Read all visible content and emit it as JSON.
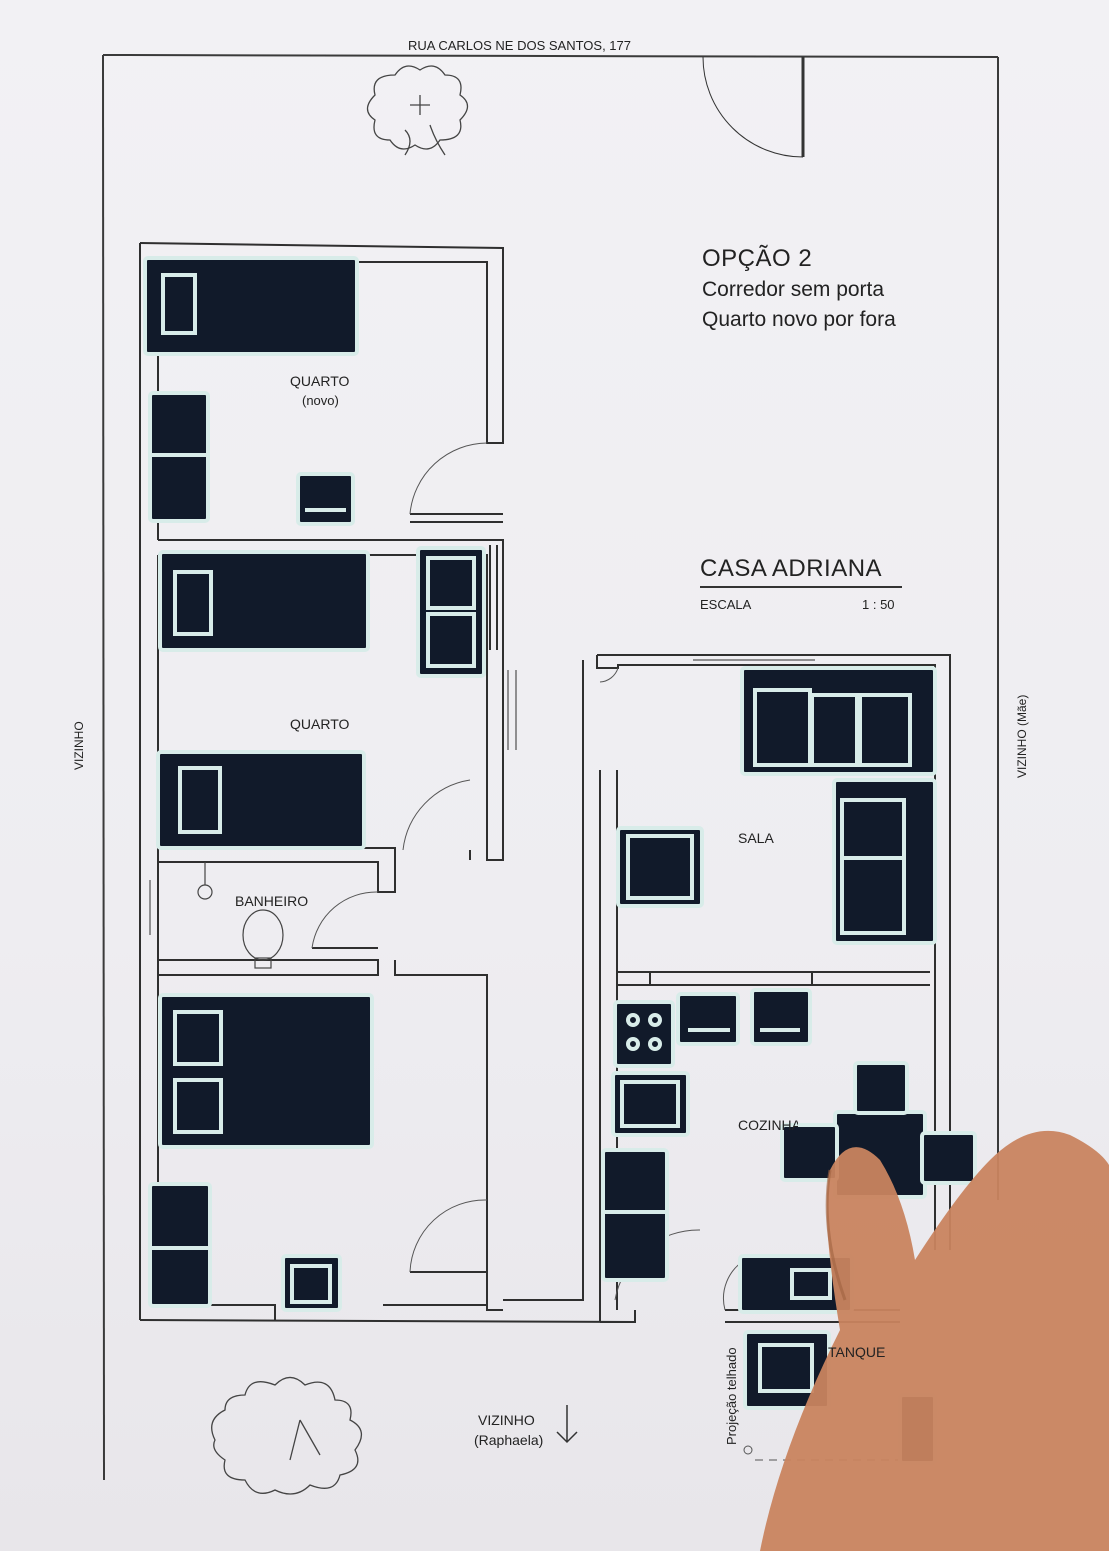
{
  "street": "RUA CARLOS NE DOS SANTOS, 177",
  "option": {
    "title": "OPÇÃO 2",
    "line1": "Corredor sem porta",
    "line2": "Quarto novo por fora"
  },
  "project": {
    "name": "CASA ADRIANA",
    "scale_label": "ESCALA",
    "scale_value": "1 : 50"
  },
  "neighbors": {
    "left": "VIZINHO",
    "right": "VIZINHO (Mãe)",
    "bottom_name": "VIZINHO",
    "bottom_detail": "(Raphaela)"
  },
  "rooms": {
    "quarto_novo": "QUARTO",
    "quarto_novo_note": "(novo)",
    "quarto": "QUARTO",
    "banheiro": "BANHEIRO",
    "sala": "SALA",
    "cozinha": "COZINHA",
    "tanque": "TANQUE"
  },
  "roof_projection": "Projeção telhado",
  "colors": {
    "paper": "#f0eff3",
    "line": "#333333",
    "furniture": "#111a2a",
    "furniture_outline": "#d8ece9",
    "skin": "#c9845f"
  }
}
